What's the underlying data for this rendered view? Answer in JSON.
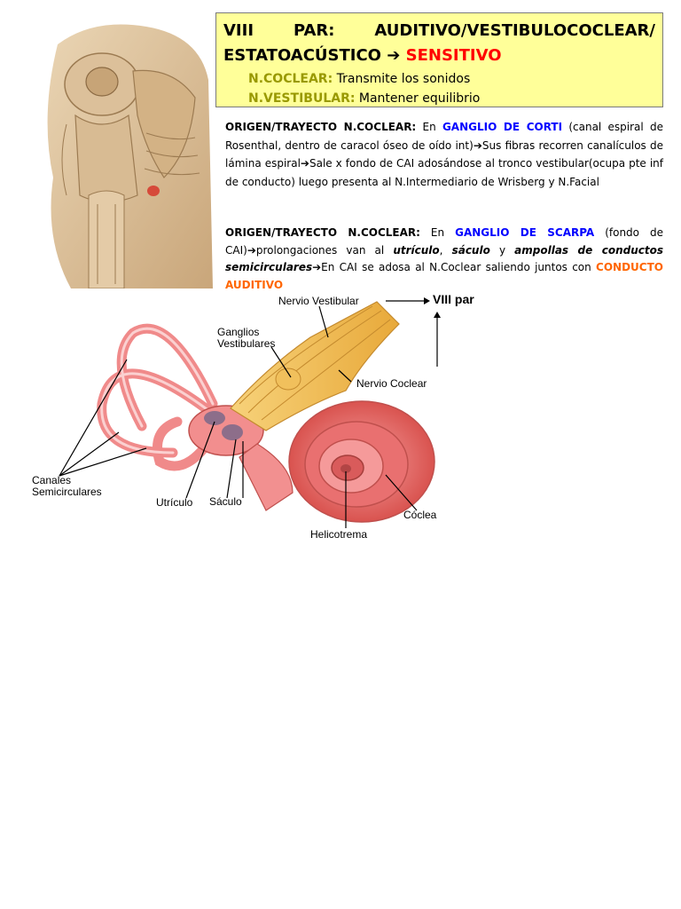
{
  "header": {
    "title_words": [
      "VIII",
      "PAR:",
      "AUDITIVO/VESTIBULOCOCLEAR/"
    ],
    "title_line2_prefix": "ESTATOACÚSTICO",
    "arrow": "➔",
    "title_line2_highlight": "SENSITIVO",
    "colors": {
      "box_bg": "#ffff99",
      "highlight": "#ff0000",
      "label": "#999900"
    },
    "coclear_label": "N.COCLEAR:",
    "coclear_text": " Transmite los sonidos",
    "vestibular_label": "N.VESTIBULAR:",
    "vestibular_text": " Mantener equilibrio"
  },
  "paragraph1": {
    "label": "ORIGEN/TRAYECTO N.COCLEAR:",
    "en": " En ",
    "ganglion": "GANGLIO DE CORTI",
    "part1": " (canal espiral de Rosenthal, dentro de caracol óseo de oído int)",
    "arrow1": "➔",
    "part2": "Sus fibras recorren canalículos de lámina espiral",
    "arrow2": "➔",
    "part3": "Sale x fondo de CAI adosándose al tronco vestibular(ocupa pte inf de conducto) luego presenta al N.Intermediario de Wrisberg y N.Facial"
  },
  "paragraph2": {
    "label": "ORIGEN/TRAYECTO N.COCLEAR:",
    "en": " En ",
    "ganglion": "GANGLIO DE SCARPA",
    "part1": " (fondo de CAI)",
    "arrow1": "➔",
    "part2": "prolongaciones van al ",
    "utriculo": "utrículo",
    "comma": ", ",
    "saculo": "sáculo",
    "y": " y ",
    "ampollas": "ampollas de conductos semicirculares",
    "arrow2": "➔",
    "part3": "En CAI se adosa al N.Coclear  saliendo juntos con ",
    "highlight": "CONDUCTO AUDITIVO"
  },
  "ear_figure": {
    "nervio_vestibular": "Nervio Vestibular",
    "viii_par": "VIII par",
    "ganglios_1": "Ganglios",
    "ganglios_2": "Vestibulares",
    "nervio_coclear": "Nervio Coclear",
    "canales_1": "Canales",
    "canales_2": "Semicirculares",
    "utriculo": "Utrículo",
    "saculo": "Sáculo",
    "coclea": "Cóclea",
    "helicotrema": "Helicotrema"
  }
}
